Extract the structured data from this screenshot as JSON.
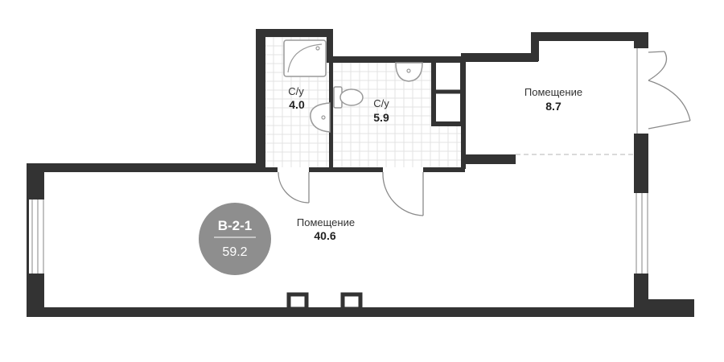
{
  "badge": {
    "code": "B-2-1",
    "area": "59.2"
  },
  "rooms": {
    "bathroom_1": {
      "name": "С/у",
      "area": "4.0"
    },
    "bathroom_2": {
      "name": "С/у",
      "area": "5.9"
    },
    "room_small": {
      "name": "Помещение",
      "area": "8.7"
    },
    "room_main": {
      "name": "Помещение",
      "area": "40.6"
    }
  },
  "colors": {
    "wall": "#333333",
    "badge": "#8e8e8e",
    "tile_grid": "#e3e3e3"
  }
}
